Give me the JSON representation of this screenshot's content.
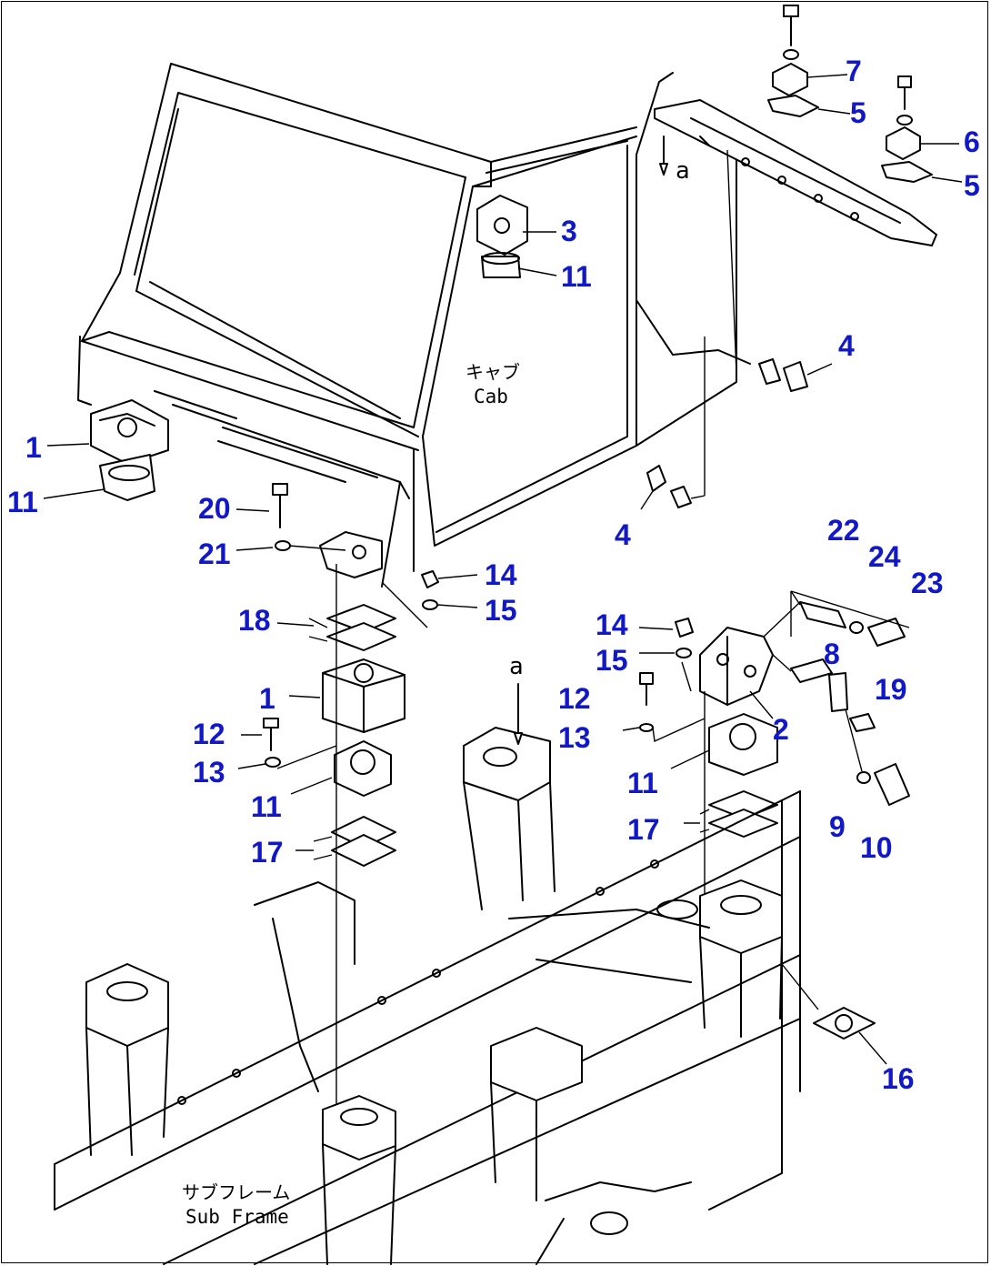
{
  "diagram": {
    "callouts": [
      {
        "key": "c7",
        "text": "7"
      },
      {
        "key": "c5a",
        "text": "5"
      },
      {
        "key": "c6",
        "text": "6"
      },
      {
        "key": "c5b",
        "text": "5"
      },
      {
        "key": "c3",
        "text": "3"
      },
      {
        "key": "c11a",
        "text": "11"
      },
      {
        "key": "c4a",
        "text": "4"
      },
      {
        "key": "c1a",
        "text": "1"
      },
      {
        "key": "c11b",
        "text": "11"
      },
      {
        "key": "c4b",
        "text": "4"
      },
      {
        "key": "c20",
        "text": "20"
      },
      {
        "key": "c21",
        "text": "21"
      },
      {
        "key": "c14a",
        "text": "14"
      },
      {
        "key": "c15a",
        "text": "15"
      },
      {
        "key": "c22",
        "text": "22"
      },
      {
        "key": "c24",
        "text": "24"
      },
      {
        "key": "c23",
        "text": "23"
      },
      {
        "key": "c18",
        "text": "18"
      },
      {
        "key": "c14b",
        "text": "14"
      },
      {
        "key": "c15b",
        "text": "15"
      },
      {
        "key": "c8",
        "text": "8"
      },
      {
        "key": "c1b",
        "text": "1"
      },
      {
        "key": "c19",
        "text": "19"
      },
      {
        "key": "c12a",
        "text": "12"
      },
      {
        "key": "c12b",
        "text": "12"
      },
      {
        "key": "c2",
        "text": "2"
      },
      {
        "key": "c13a",
        "text": "13"
      },
      {
        "key": "c13b",
        "text": "13"
      },
      {
        "key": "c11c",
        "text": "11"
      },
      {
        "key": "c11d",
        "text": "11"
      },
      {
        "key": "c9",
        "text": "9"
      },
      {
        "key": "c10",
        "text": "10"
      },
      {
        "key": "c17a",
        "text": "17"
      },
      {
        "key": "c17b",
        "text": "17"
      },
      {
        "key": "c16",
        "text": "16"
      }
    ],
    "labels": {
      "cab_jp": "キャブ",
      "cab_en": "Cab",
      "subframe_jp": "サブフレーム",
      "subframe_en": "Sub Frame",
      "ref_a_top": "a",
      "ref_a_bottom": "a"
    },
    "colors": {
      "callout": "#1018c8",
      "line": "#000000",
      "background": "#ffffff"
    }
  }
}
